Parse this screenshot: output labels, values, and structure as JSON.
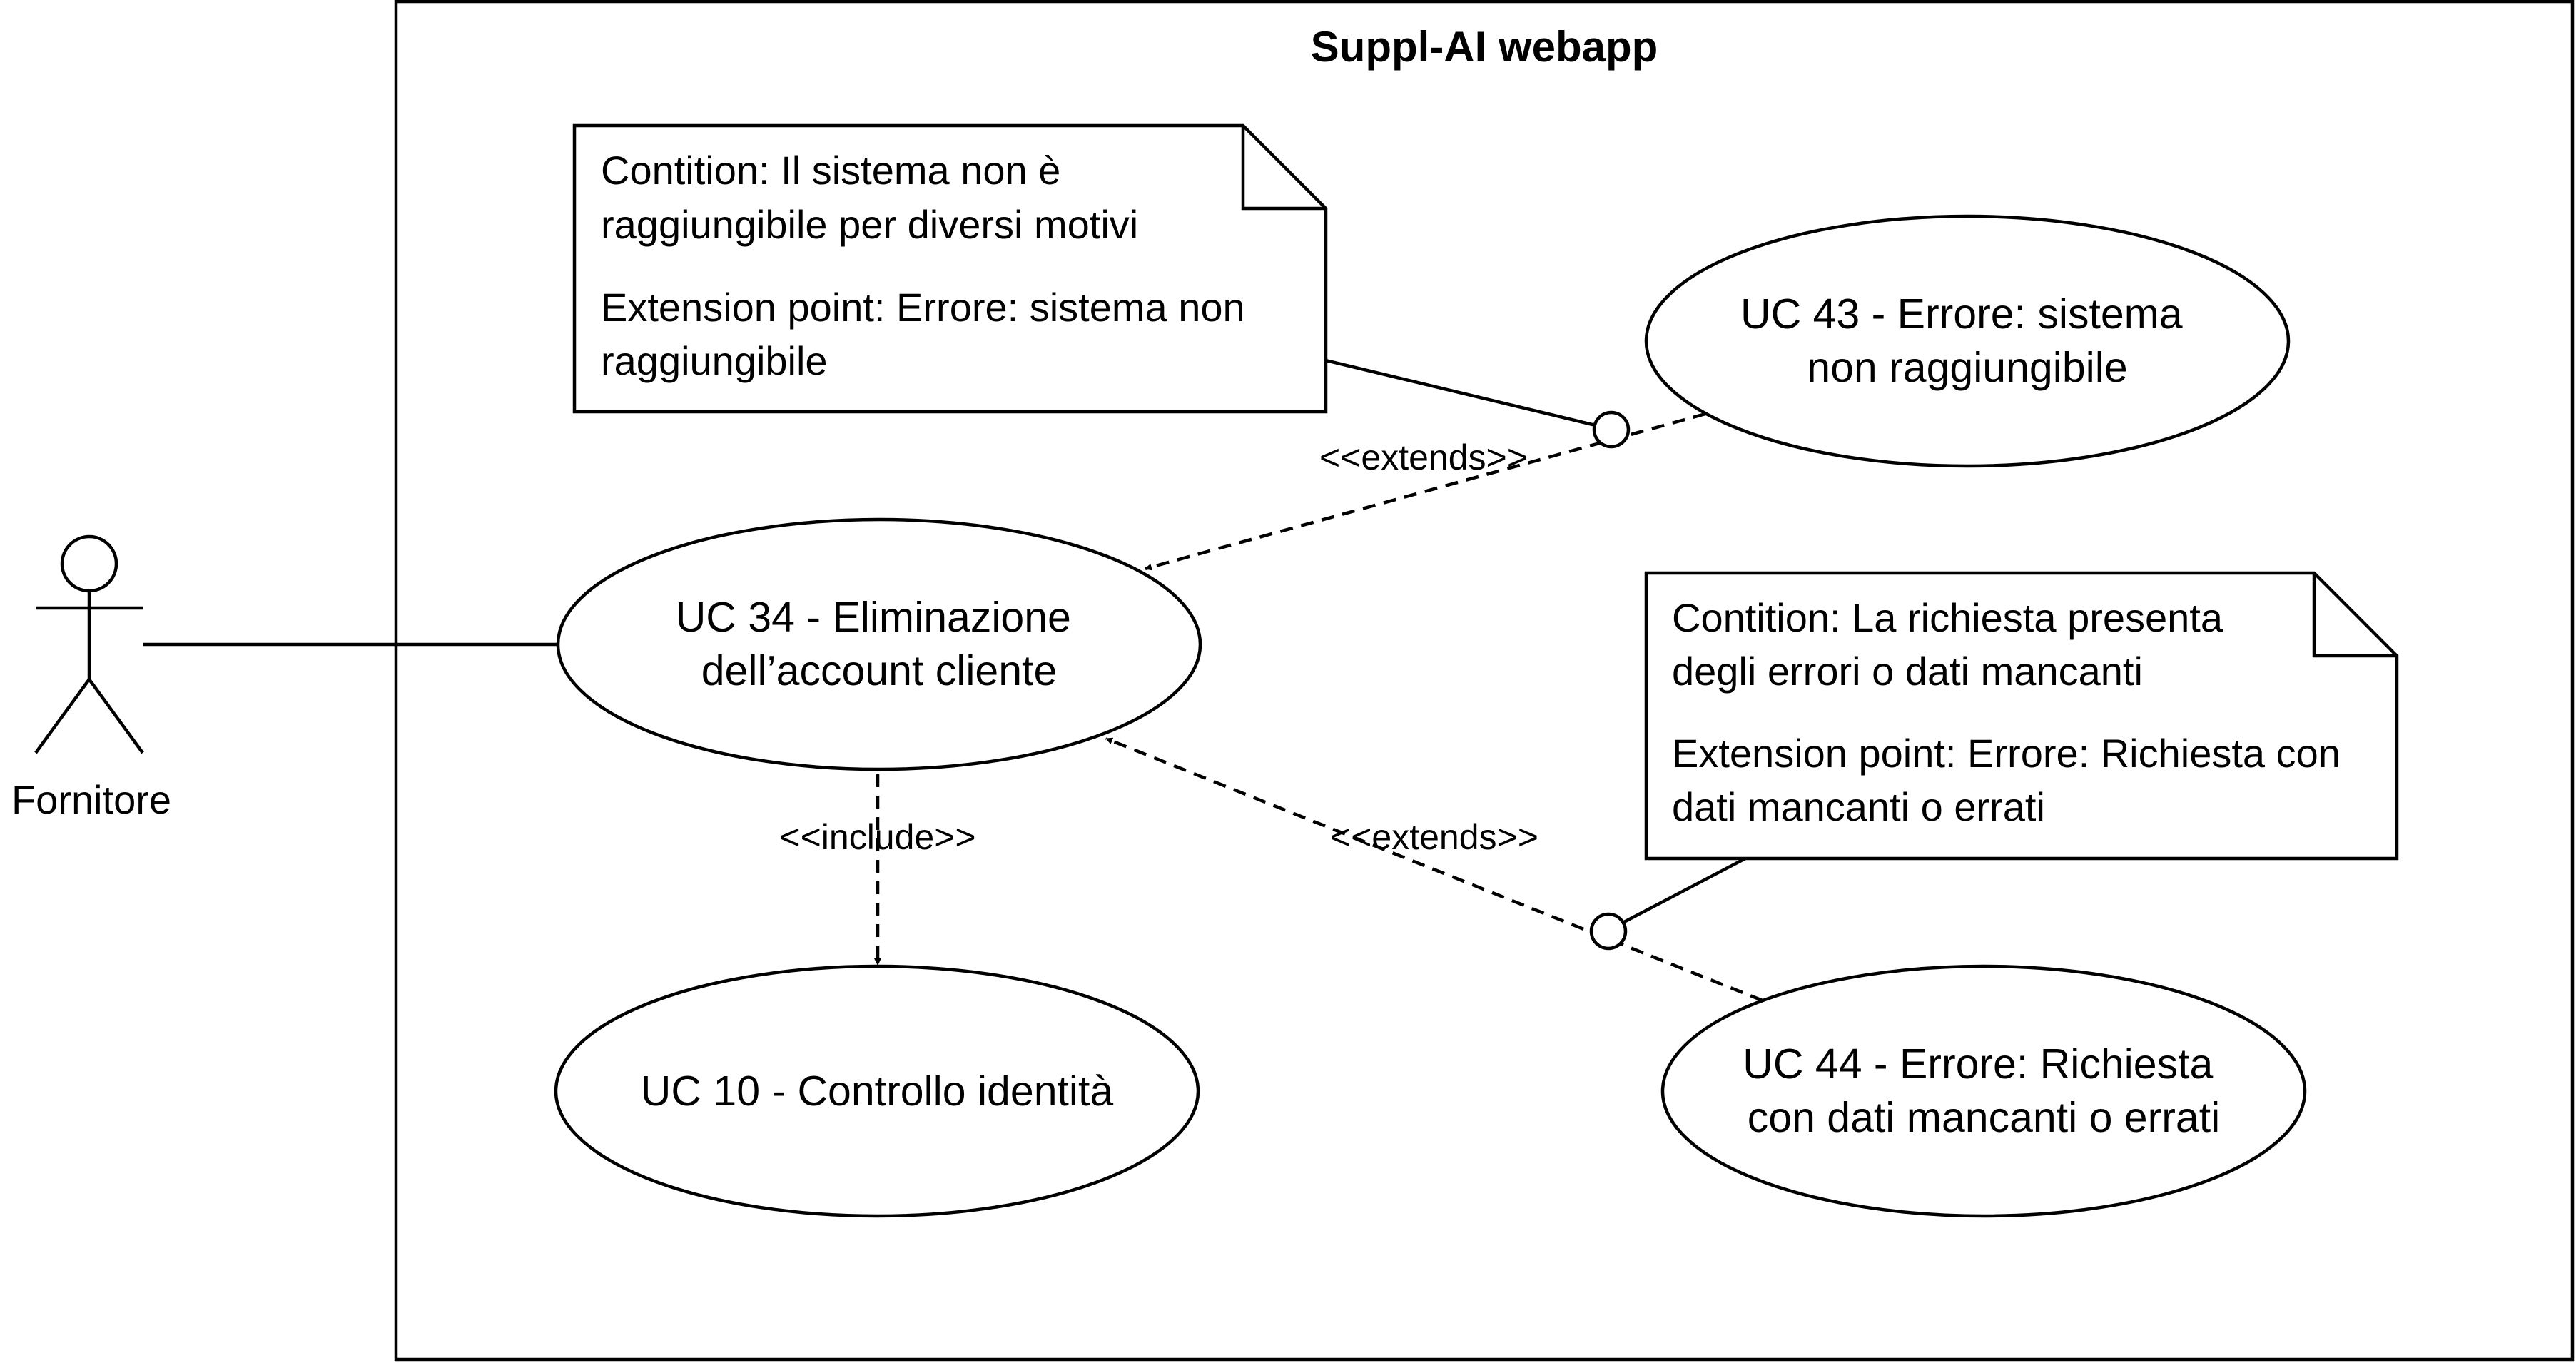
{
  "system": {
    "title": "Suppl-AI webapp"
  },
  "actor": {
    "name": "Fornitore"
  },
  "use_cases": {
    "uc34": [
      "UC 34 - Eliminazione",
      "dell’account cliente"
    ],
    "uc43": [
      "UC 43 - Errore: sistema",
      "non raggiungibile"
    ],
    "uc10": [
      "UC 10 - Controllo identità"
    ],
    "uc44": [
      "UC 44 - Errore: Richiesta",
      "con dati mancanti o errati"
    ]
  },
  "notes": {
    "note43": {
      "condition": [
        "Contition: Il sistema non è",
        "raggiungibile per diversi motivi"
      ],
      "extension_point": [
        "Extension point: Errore: sistema non",
        "raggiungibile"
      ]
    },
    "note44": {
      "condition": [
        "Contition: La richiesta presenta",
        "degli errori o dati mancanti"
      ],
      "extension_point": [
        "Extension point: Errore: Richiesta con",
        "dati mancanti o errati"
      ]
    }
  },
  "relations": {
    "extends_43": "<<extends>>",
    "extends_44": "<<extends>>",
    "include_10": "<<include>>"
  }
}
